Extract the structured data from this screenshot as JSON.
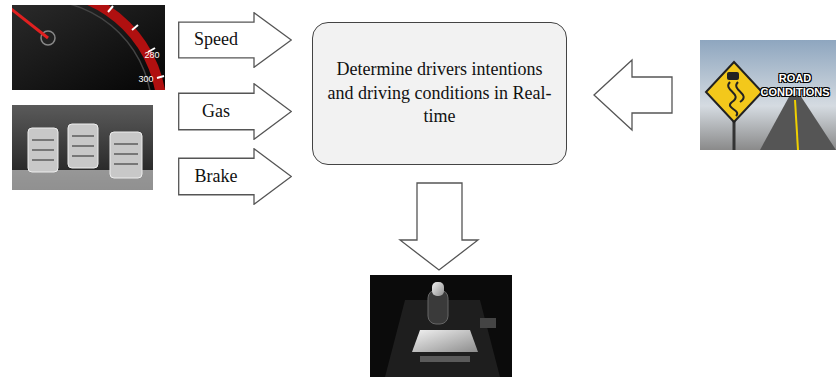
{
  "diagram": {
    "nodes": [
      {
        "text": [
          "Speed"
        ]
      },
      {
        "text": [
          "Gas"
        ]
      },
      {
        "text": [
          "Brake"
        ]
      },
      {
        "text": [
          "Determine drivers intentions and driving conditions in Real-time"
        ]
      }
    ],
    "labels": [
      "280",
      "300",
      "ROAD CONDITIONS"
    ]
  }
}
